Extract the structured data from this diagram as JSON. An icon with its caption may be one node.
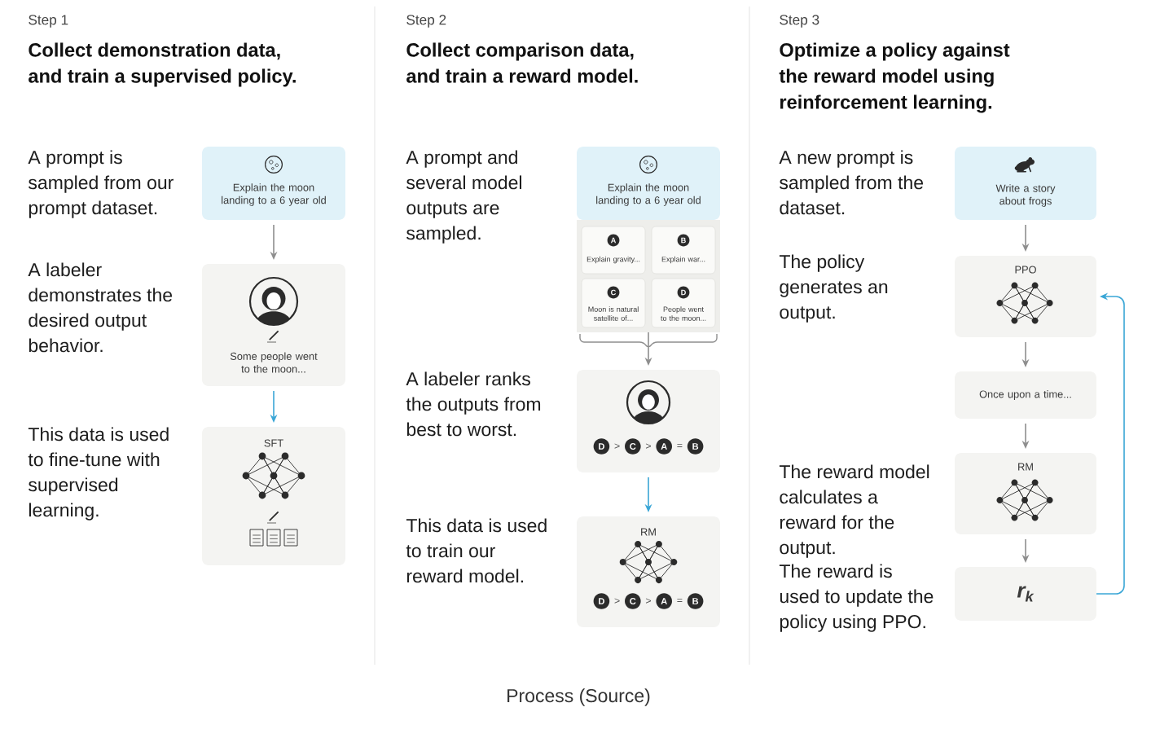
{
  "diagram": {
    "caption": "Process (Source)",
    "nodes": [
      {
        "text": [
          "Explain the moon landing to a 6 year old"
        ],
        "beside": [
          "A prompt is sampled from our prompt dataset."
        ]
      },
      {
        "text": [
          "Some people went to the moon..."
        ],
        "beside": [
          "A labeler demonstrates the desired output behavior."
        ]
      },
      {
        "text": [
          "SFT"
        ],
        "beside": [
          "This data is used to fine-tune with supervised learning."
        ]
      },
      {
        "text": [
          "Explain the moon landing to a 6 year old"
        ],
        "beside": [
          "A prompt and several model outputs are sampled."
        ]
      },
      {
        "text": [],
        "shape": "box"
      },
      {
        "text": [
          "A",
          "Explain gravity..."
        ],
        "in": 4
      },
      {
        "text": [
          "B",
          "Explain war..."
        ],
        "in": 4
      },
      {
        "text": [
          "C",
          "Moon is natural satellite of..."
        ],
        "in": 4
      },
      {
        "text": [
          "D",
          "People went to the moon..."
        ],
        "in": 4
      },
      {
        "text": [
          "D",
          ">",
          "C",
          ">",
          "A",
          "=",
          "B"
        ],
        "beside": [
          "A labeler ranks the outputs from best to worst."
        ]
      },
      {
        "text": [
          "RM",
          "D",
          ">",
          "C",
          ">",
          "A",
          "=",
          "B"
        ],
        "beside": [
          "This data is used to train our reward model."
        ]
      },
      {
        "text": [
          "Write a story about frogs"
        ],
        "beside": [
          "A new prompt is sampled from the dataset."
        ]
      },
      {
        "text": [
          "PPO"
        ],
        "beside": [
          "The policy generates an output."
        ]
      },
      {
        "text": [
          "Once upon a time..."
        ]
      },
      {
        "text": [
          "RM"
        ],
        "beside": [
          "The reward model calculates a reward for the output."
        ]
      },
      {
        "text": [
          "r$_{k}$"
        ],
        "beside": [
          "The reward is used to update the policy using PPO."
        ]
      }
    ],
    "edges": [
      {
        "from": 0,
        "to": 1,
        "arrow": "to"
      },
      {
        "from": 1,
        "to": 2,
        "arrow": "to",
        "color": "#3aa6d6"
      },
      {
        "from": 4,
        "to": 9,
        "arrow": "to"
      },
      {
        "from": 9,
        "to": 10,
        "arrow": "to",
        "color": "#3aa6d6"
      },
      {
        "from": 11,
        "to": 12,
        "arrow": "to"
      },
      {
        "from": 12,
        "to": 13,
        "arrow": "to"
      },
      {
        "from": 13,
        "to": 14,
        "arrow": "to"
      },
      {
        "from": 14,
        "to": 15,
        "arrow": "to"
      },
      {
        "from": 15,
        "to": 12,
        "arrow": "to",
        "color": "#3aa6d6"
      }
    ],
    "labels": [
      "Step 1",
      "Collect demonstration data, and train a supervised policy.",
      "Step 2",
      "Collect comparison data, and train a reward model.",
      "Step 3",
      "Optimize a policy against the reward model using reinforcement learning."
    ]
  }
}
